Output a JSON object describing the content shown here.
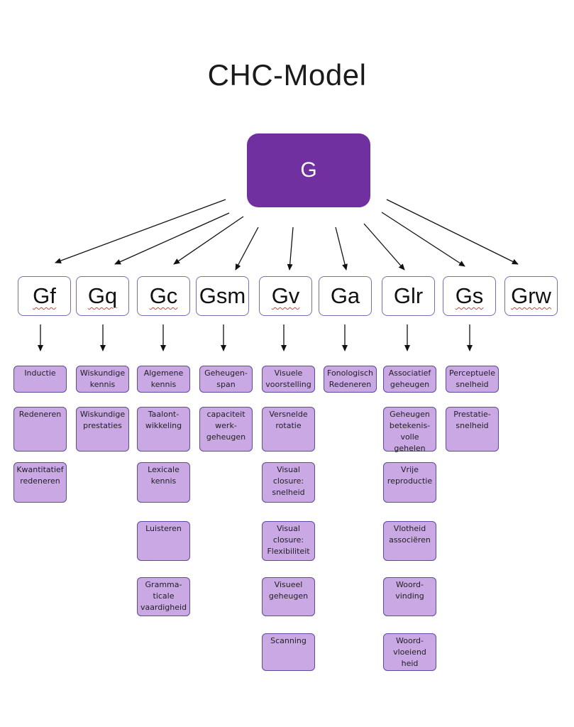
{
  "title": "CHC-Model",
  "root": "G",
  "colors": {
    "root_fill": "#7030a0",
    "narrow_fill": "#c9a8e4",
    "border": "#5b4a9e"
  },
  "broad_abilities": [
    {
      "label": "Gf",
      "spellcheck": true,
      "narrow": [
        "Inductie",
        "Redeneren",
        "Kwantitatief\nredeneren"
      ]
    },
    {
      "label": "Gq",
      "spellcheck": true,
      "narrow": [
        "Wiskundige\nkennis",
        "Wiskundige\nprestaties"
      ]
    },
    {
      "label": "Gc",
      "spellcheck": true,
      "narrow": [
        "Algemene\nkennis",
        "Taalont-\nwikkeling",
        "Lexicale\nkennis",
        "Luisteren",
        "Gramma-\nticale\nvaardigheid"
      ]
    },
    {
      "label": "Gsm",
      "spellcheck": false,
      "narrow": [
        "Geheugen-\nspan",
        "capaciteit\nwerk-\ngeheugen"
      ]
    },
    {
      "label": "Gv",
      "spellcheck": true,
      "narrow": [
        "Visuele\nvoorstelling",
        "Versnelde\nrotatie",
        "Visual\nclosure:\nsnelheid",
        "Visual\nclosure:\nFlexibiliteit",
        "Visueel\ngeheugen",
        "Scanning"
      ]
    },
    {
      "label": "Ga",
      "spellcheck": false,
      "narrow": [
        "Fonologisch\nRedeneren"
      ]
    },
    {
      "label": "Glr",
      "spellcheck": false,
      "narrow": [
        "Associatief\ngeheugen",
        "Geheugen\nbetekenis-\nvolle\ngehelen",
        "Vrije\nreproductie",
        "Vlotheid\nassociëren",
        "Woord-\nvinding",
        "Woord-\nvloeiend\nheid"
      ]
    },
    {
      "label": "Gs",
      "spellcheck": true,
      "narrow": [
        "Perceptuele\nsnelheid",
        "Prestatie-\nsnelheid"
      ]
    },
    {
      "label": "Grw",
      "spellcheck": true,
      "narrow": []
    }
  ]
}
